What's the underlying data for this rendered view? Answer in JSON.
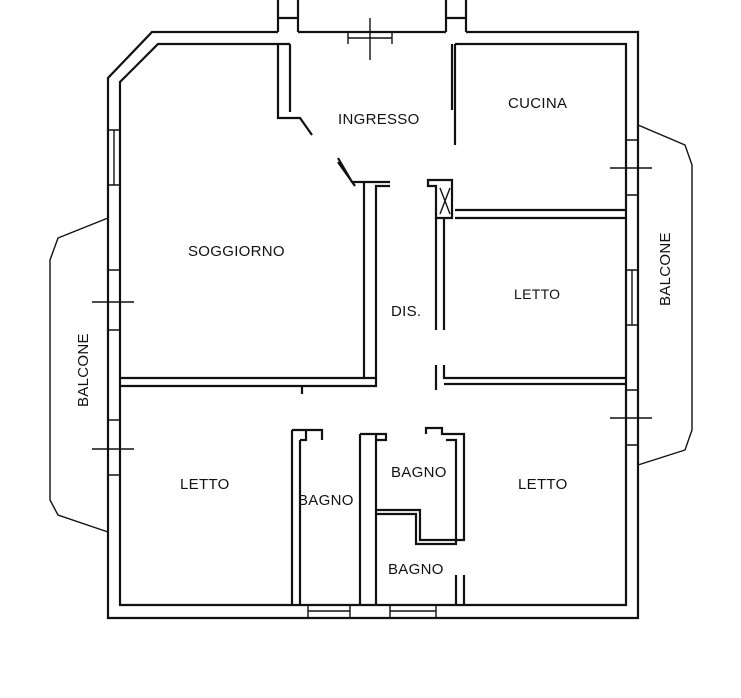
{
  "rooms": {
    "ingresso": "INGRESSO",
    "cucina": "CUCINA",
    "soggiorno": "SOGGIORNO",
    "dis": "DIS.",
    "letto_right_upper": "LETTO",
    "letto_left": "LETTO",
    "letto_right_lower": "LETTO",
    "bagno_left": "BAGNO",
    "bagno_middle": "BAGNO",
    "bagno_bottom": "BAGNO"
  },
  "balconies": {
    "left": "BALCONE",
    "right": "BALCONE"
  }
}
